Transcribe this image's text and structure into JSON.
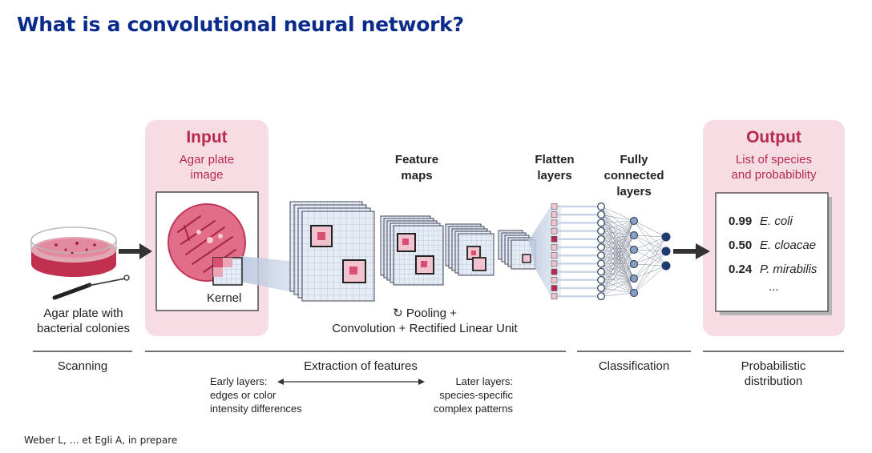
{
  "title": "What is a convolutional neural network?",
  "input": {
    "title": "Input",
    "subtitle_lines": [
      "Agar plate",
      "image"
    ],
    "kernel_label": "Kernel"
  },
  "output": {
    "title": "Output",
    "subtitle_lines": [
      "List of species",
      "and probabiblity"
    ],
    "rows": [
      {
        "prob": "0.99",
        "species": "E. coli"
      },
      {
        "prob": "0.50",
        "species": "E. cloacae"
      },
      {
        "prob": "0.24",
        "species": "P. mirabilis"
      }
    ],
    "more": "..."
  },
  "dish_label_lines": [
    "Agar plate with",
    "bacterial colonies"
  ],
  "feature_maps_lines": [
    "Feature",
    "maps"
  ],
  "flatten_lines": [
    "Flatten",
    "layers"
  ],
  "fully_connected_lines": [
    "Fully",
    "connected",
    "layers"
  ],
  "pooling_line": "Pooling +",
  "pooling_icon": "refresh-icon",
  "convolution_line": "Convolution + Rectified Linear Unit",
  "stages": {
    "scanning": "Scanning",
    "extraction": "Extraction of features",
    "classification": "Classification",
    "probabilistic_lines": [
      "Probabilistic",
      "distribution"
    ]
  },
  "early_layers_lines": [
    "Early layers:",
    "edges or color",
    "intensity differences"
  ],
  "later_layers_lines": [
    "Later layers:",
    "species-specific",
    "complex patterns"
  ],
  "footer": "Weber L, … et Egli A, in prepare",
  "colors": {
    "title": "#0a2b8c",
    "accent": "#b7294f",
    "panel": "#f6dde3",
    "node": "#1f3a6e",
    "flow": "#c3d1e6"
  }
}
